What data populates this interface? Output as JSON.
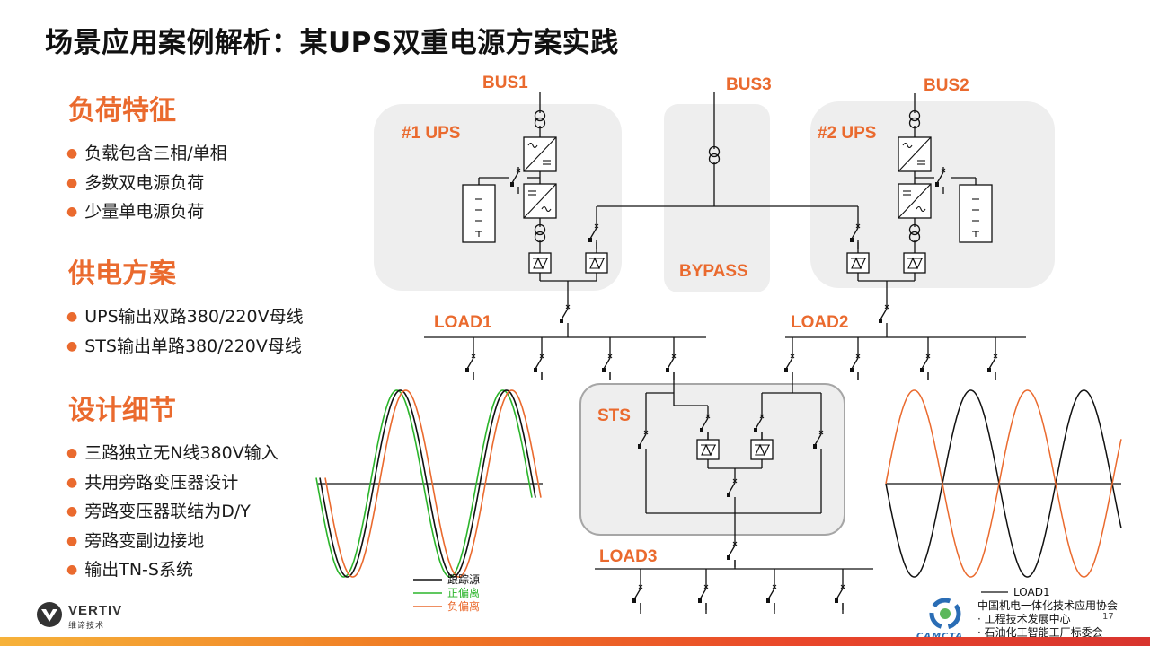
{
  "title": "场景应用案例解析：某UPS双重电源方案实践",
  "sections": [
    {
      "heading": "负荷特征",
      "items": [
        "负载包含三相/单相",
        "多数双电源负荷",
        "少量单电源负荷"
      ]
    },
    {
      "heading": "供电方案",
      "items": [
        "UPS输出双路380/220V母线",
        "STS输出单路380/220V母线"
      ]
    },
    {
      "heading": "设计细节",
      "items": [
        "三路独立无N线380V输入",
        "共用旁路变压器设计",
        "旁路变压器联结为D/Y",
        "旁路变副边接地",
        "输出TN-S系统"
      ]
    }
  ],
  "diagram": {
    "bus1": "BUS1",
    "bus2": "BUS2",
    "bus3": "BUS3",
    "ups1": "#1 UPS",
    "ups2": "#2 UPS",
    "bypass": "BYPASS",
    "load1": "LOAD1",
    "load2": "LOAD2",
    "load3": "LOAD3",
    "sts": "STS"
  },
  "wave_legend": [
    {
      "label": "跟踪源",
      "color": "#111111"
    },
    {
      "label": "正偏离",
      "color": "#2bb52b"
    },
    {
      "label": "负偏离",
      "color": "#ea6a2e"
    }
  ],
  "wave_right_legend": {
    "label": "LOAD1"
  },
  "logo": {
    "name": "VERTIV",
    "sub": "维谛技术"
  },
  "watermark": [
    "中国机电一体化技术应用协会",
    "· 工程技术发展中心",
    "· 石油化工智能工厂标委会"
  ],
  "watermark_logo": "CAMCTA",
  "page_number": "17"
}
